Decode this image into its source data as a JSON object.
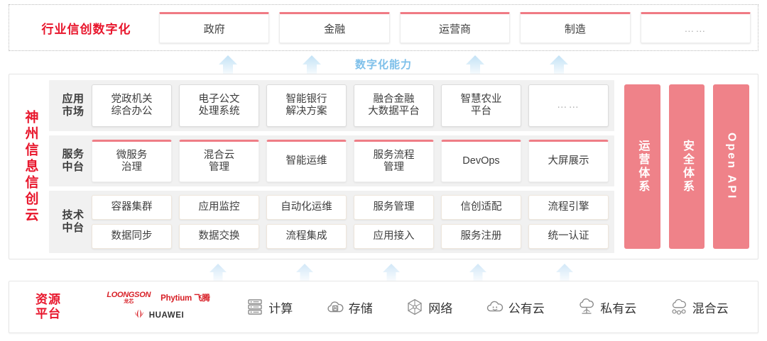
{
  "industry": {
    "title": "行业信创数字化",
    "cards": [
      {
        "label": "政府",
        "muted": false
      },
      {
        "label": "金融",
        "muted": false
      },
      {
        "label": "运营商",
        "muted": false
      },
      {
        "label": "制造",
        "muted": false
      },
      {
        "label": "……",
        "muted": true
      }
    ]
  },
  "capability": {
    "label": "数字化能力",
    "arrow_count": 4,
    "arrow_color": "#bfe0f5"
  },
  "main": {
    "brand": "神州信息信创云",
    "brand_color": "#e8162c",
    "layers": [
      {
        "label": "应用\n市场",
        "kind": "app",
        "cards": [
          {
            "label": "党政机关\n综合办公",
            "muted": false
          },
          {
            "label": "电子公文\n处理系统",
            "muted": false
          },
          {
            "label": "智能银行\n解决方案",
            "muted": false
          },
          {
            "label": "融合金融\n大数据平台",
            "muted": false
          },
          {
            "label": "智慧农业\n平台",
            "muted": false
          },
          {
            "label": "……",
            "muted": true
          }
        ]
      },
      {
        "label": "服务\n中台",
        "kind": "svc",
        "cards": [
          {
            "label": "微服务\n治理",
            "muted": false
          },
          {
            "label": "混合云\n管理",
            "muted": false
          },
          {
            "label": "智能运维",
            "muted": false
          },
          {
            "label": "服务流程\n管理",
            "muted": false
          },
          {
            "label": "DevOps",
            "muted": false
          },
          {
            "label": "大屏展示",
            "muted": false
          }
        ]
      },
      {
        "label": "技术\n中台",
        "kind": "tech",
        "columns": [
          {
            "top": "容器集群",
            "bottom": "数据同步"
          },
          {
            "top": "应用监控",
            "bottom": "数据交换"
          },
          {
            "top": "自动化运维",
            "bottom": "流程集成"
          },
          {
            "top": "服务管理",
            "bottom": "应用接入"
          },
          {
            "top": "信创适配",
            "bottom": "服务注册"
          },
          {
            "top": "流程引擎",
            "bottom": "统一认证"
          }
        ]
      }
    ],
    "pillars": [
      {
        "label": "运营体系",
        "latin": false
      },
      {
        "label": "安全体系",
        "latin": false
      },
      {
        "label": "Open API",
        "latin": true
      }
    ],
    "pillar_color": "#ef8289"
  },
  "lower_arrows": {
    "arrow_count": 5,
    "arrow_color": "#cfe6f7"
  },
  "resource": {
    "title": "资源\n平台",
    "title_color": "#e8162c",
    "vendors": [
      {
        "name": "LOONGSON",
        "sub": "龙芯",
        "type": "loongson"
      },
      {
        "name": "Phytium 飞腾",
        "sub": "",
        "type": "phytium"
      },
      {
        "name": "HUAWEI",
        "sub": "",
        "type": "huawei"
      }
    ],
    "items": [
      {
        "label": "计算",
        "icon": "server-rack-icon"
      },
      {
        "label": "存储",
        "icon": "cloud-storage-icon"
      },
      {
        "label": "网络",
        "icon": "network-node-icon"
      },
      {
        "label": "公有云",
        "icon": "public-cloud-icon"
      },
      {
        "label": "私有云",
        "icon": "private-cloud-icon"
      },
      {
        "label": "混合云",
        "icon": "hybrid-cloud-icon"
      }
    ]
  }
}
